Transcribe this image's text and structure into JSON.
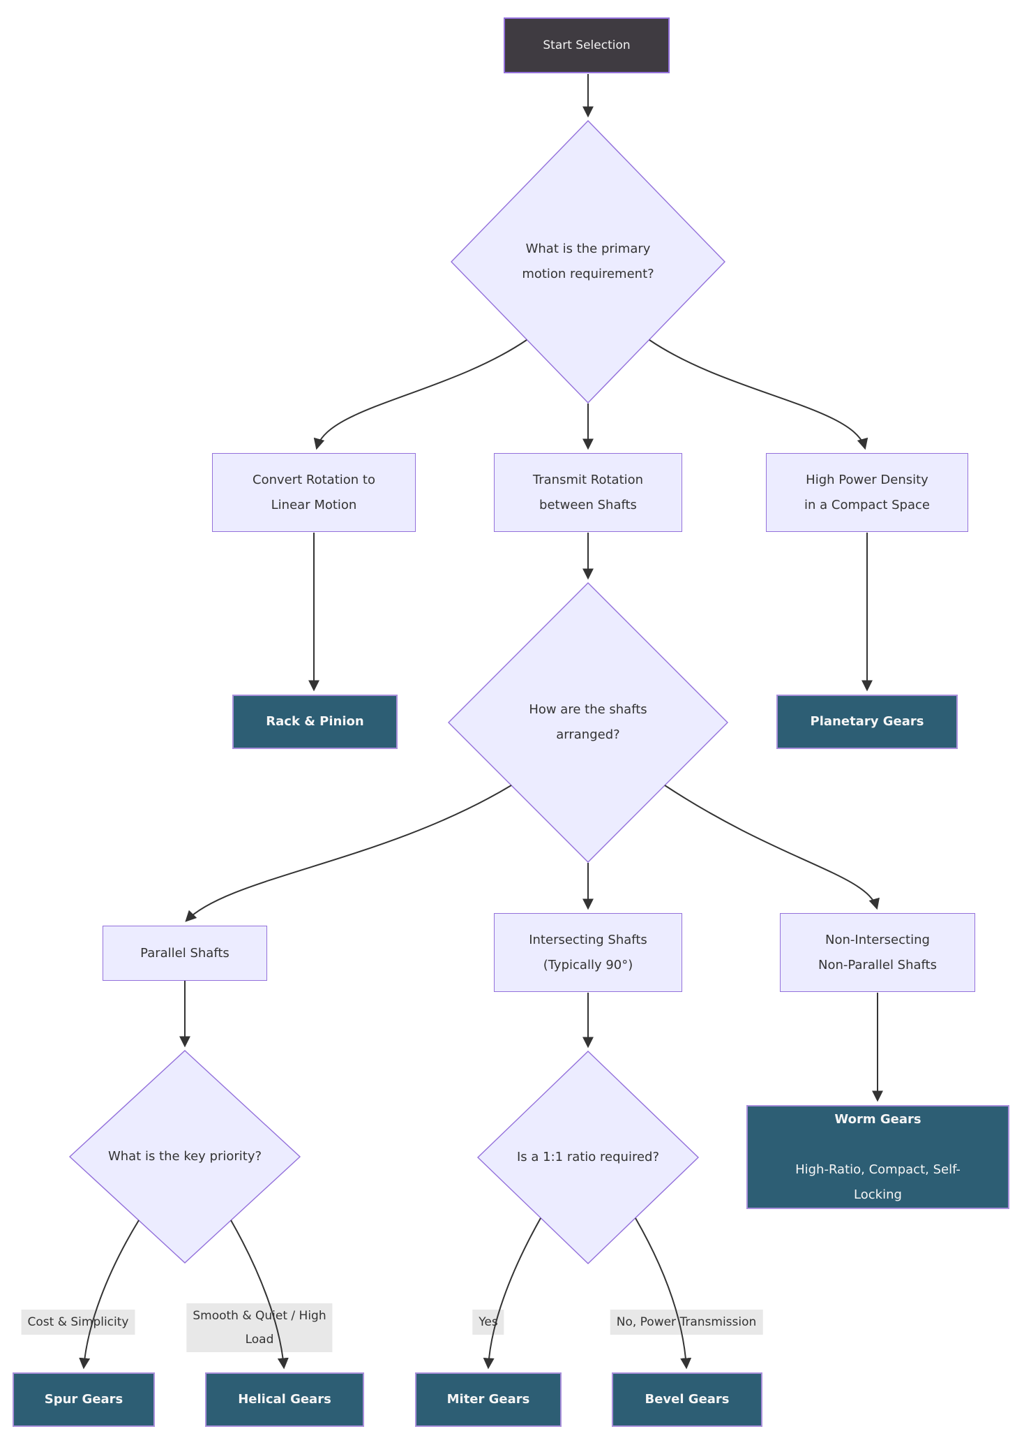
{
  "colors": {
    "background": "#FFFFFF",
    "node_fill": "#ECECFF",
    "node_border": "#9370DB",
    "start_fill": "#3F3B41",
    "start_text": "#F2F2F2",
    "result_fill": "#2D5E74",
    "result_border": "#A98FDB",
    "result_text": "#F6F6F6",
    "text": "#333333",
    "edge": "#333333",
    "edge_label_bg": "#E8E8E8"
  },
  "nodes": {
    "start": {
      "label": "Start Selection"
    },
    "q_motion": {
      "label": "What is the primary\nmotion requirement?"
    },
    "convert": {
      "label": "Convert Rotation to\nLinear Motion"
    },
    "transmit": {
      "label": "Transmit Rotation\nbetween Shafts"
    },
    "density": {
      "label": "High Power Density\nin a Compact Space"
    },
    "rack": {
      "label": "Rack & Pinion"
    },
    "q_shafts": {
      "label": "How are the shafts\narranged?"
    },
    "planetary": {
      "label": "Planetary Gears"
    },
    "parallel": {
      "label": "Parallel Shafts"
    },
    "intersecting": {
      "label": "Intersecting Shafts\n(Typically 90°)"
    },
    "non_intersecting": {
      "label": "Non-Intersecting\nNon-Parallel Shafts"
    },
    "q_priority": {
      "label": "What is the key priority?"
    },
    "q_ratio": {
      "label": "Is a 1:1 ratio required?"
    },
    "worm": {
      "title": "Worm Gears",
      "subtitle": "High-Ratio, Compact, Self-\nLocking"
    },
    "spur": {
      "label": "Spur Gears"
    },
    "helical": {
      "label": "Helical Gears"
    },
    "miter": {
      "label": "Miter Gears"
    },
    "bevel": {
      "label": "Bevel Gears"
    }
  },
  "edge_labels": {
    "cost": "Cost & Simplicity",
    "smooth": "Smooth & Quiet / High\nLoad",
    "yes": "Yes",
    "no_power": "No, Power Transmission"
  },
  "edges": [
    {
      "from": "start",
      "to": "q_motion"
    },
    {
      "from": "q_motion",
      "to": "convert"
    },
    {
      "from": "q_motion",
      "to": "transmit"
    },
    {
      "from": "q_motion",
      "to": "density"
    },
    {
      "from": "convert",
      "to": "rack"
    },
    {
      "from": "transmit",
      "to": "q_shafts"
    },
    {
      "from": "density",
      "to": "planetary"
    },
    {
      "from": "q_shafts",
      "to": "parallel"
    },
    {
      "from": "q_shafts",
      "to": "intersecting"
    },
    {
      "from": "q_shafts",
      "to": "non_intersecting"
    },
    {
      "from": "parallel",
      "to": "q_priority"
    },
    {
      "from": "intersecting",
      "to": "q_ratio"
    },
    {
      "from": "non_intersecting",
      "to": "worm"
    },
    {
      "from": "q_priority",
      "to": "spur",
      "label": "Cost & Simplicity"
    },
    {
      "from": "q_priority",
      "to": "helical",
      "label": "Smooth & Quiet / High Load"
    },
    {
      "from": "q_ratio",
      "to": "miter",
      "label": "Yes"
    },
    {
      "from": "q_ratio",
      "to": "bevel",
      "label": "No, Power Transmission"
    }
  ]
}
